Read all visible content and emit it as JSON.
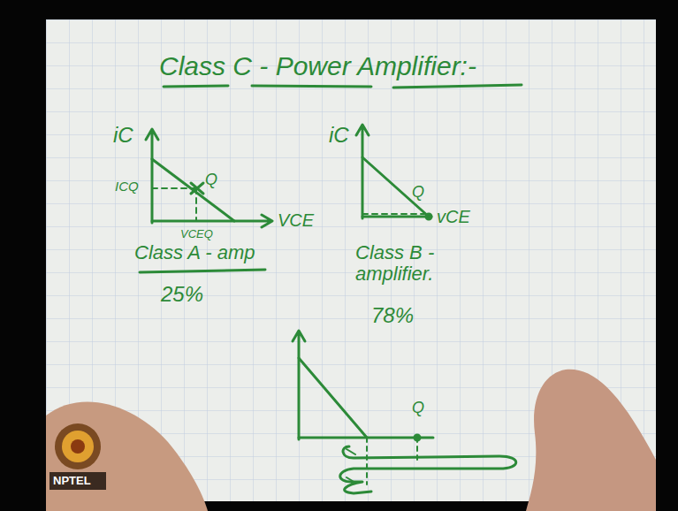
{
  "diagram": {
    "title": "Class C - Power Amplifier:-",
    "labels": [
      "iC",
      "ICQ",
      "Q",
      "VCEQ",
      "VCE",
      "Class A - amp",
      "25%",
      "iC",
      "Q",
      "vCE",
      "Class B - amplifier.",
      "78%",
      "Q",
      "NPTEL"
    ]
  }
}
